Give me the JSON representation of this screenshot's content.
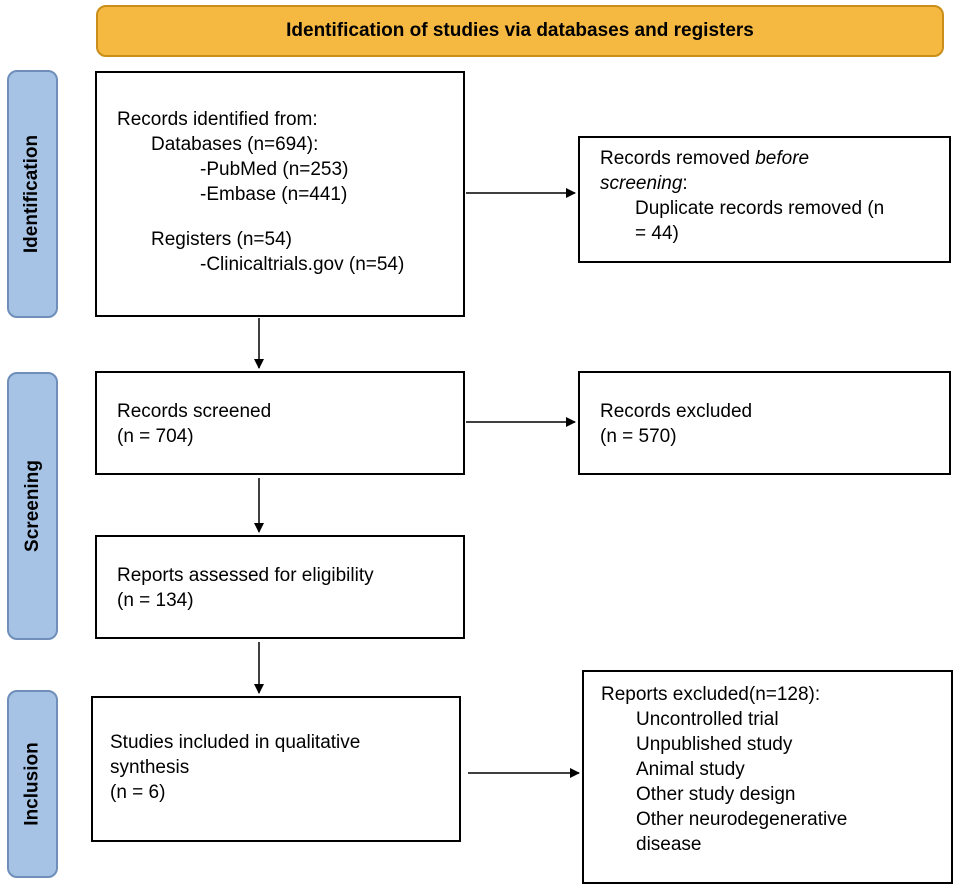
{
  "header": {
    "title": "Identification of studies via databases and registers"
  },
  "side_labels": {
    "identification": "Identification",
    "screening": "Screening",
    "inclusion": "Inclusion"
  },
  "boxes": {
    "records_identified": {
      "line1": "Records identified from:",
      "line2": "Databases (n=694):",
      "line3": "-PubMed (n=253)",
      "line4": "-Embase (n=441)",
      "line5": "Registers (n=54)",
      "line6": "-Clinicaltrials.gov (n=54)"
    },
    "records_removed": {
      "line1_prefix": "Records removed ",
      "line1_italic": "before",
      "line2_italic": "screening",
      "line2_suffix": ":",
      "line3": "Duplicate records removed (n",
      "line4": "= 44)"
    },
    "records_screened": {
      "line1": "Records screened",
      "line2": "(n = 704)"
    },
    "records_excluded": {
      "line1": "Records excluded",
      "line2": "(n = 570)"
    },
    "reports_assessed": {
      "line1": "Reports assessed for eligibility",
      "line2": "(n = 134)"
    },
    "studies_included": {
      "line1": "Studies included in qualitative",
      "line2": "synthesis",
      "line3": "(n = 6)"
    },
    "reports_excluded": {
      "line1": "Reports excluded(n=128):",
      "reasons": [
        "Uncontrolled trial",
        "Unpublished study",
        "Animal study",
        "Other study design",
        "Other neurodegenerative",
        "disease"
      ]
    }
  }
}
